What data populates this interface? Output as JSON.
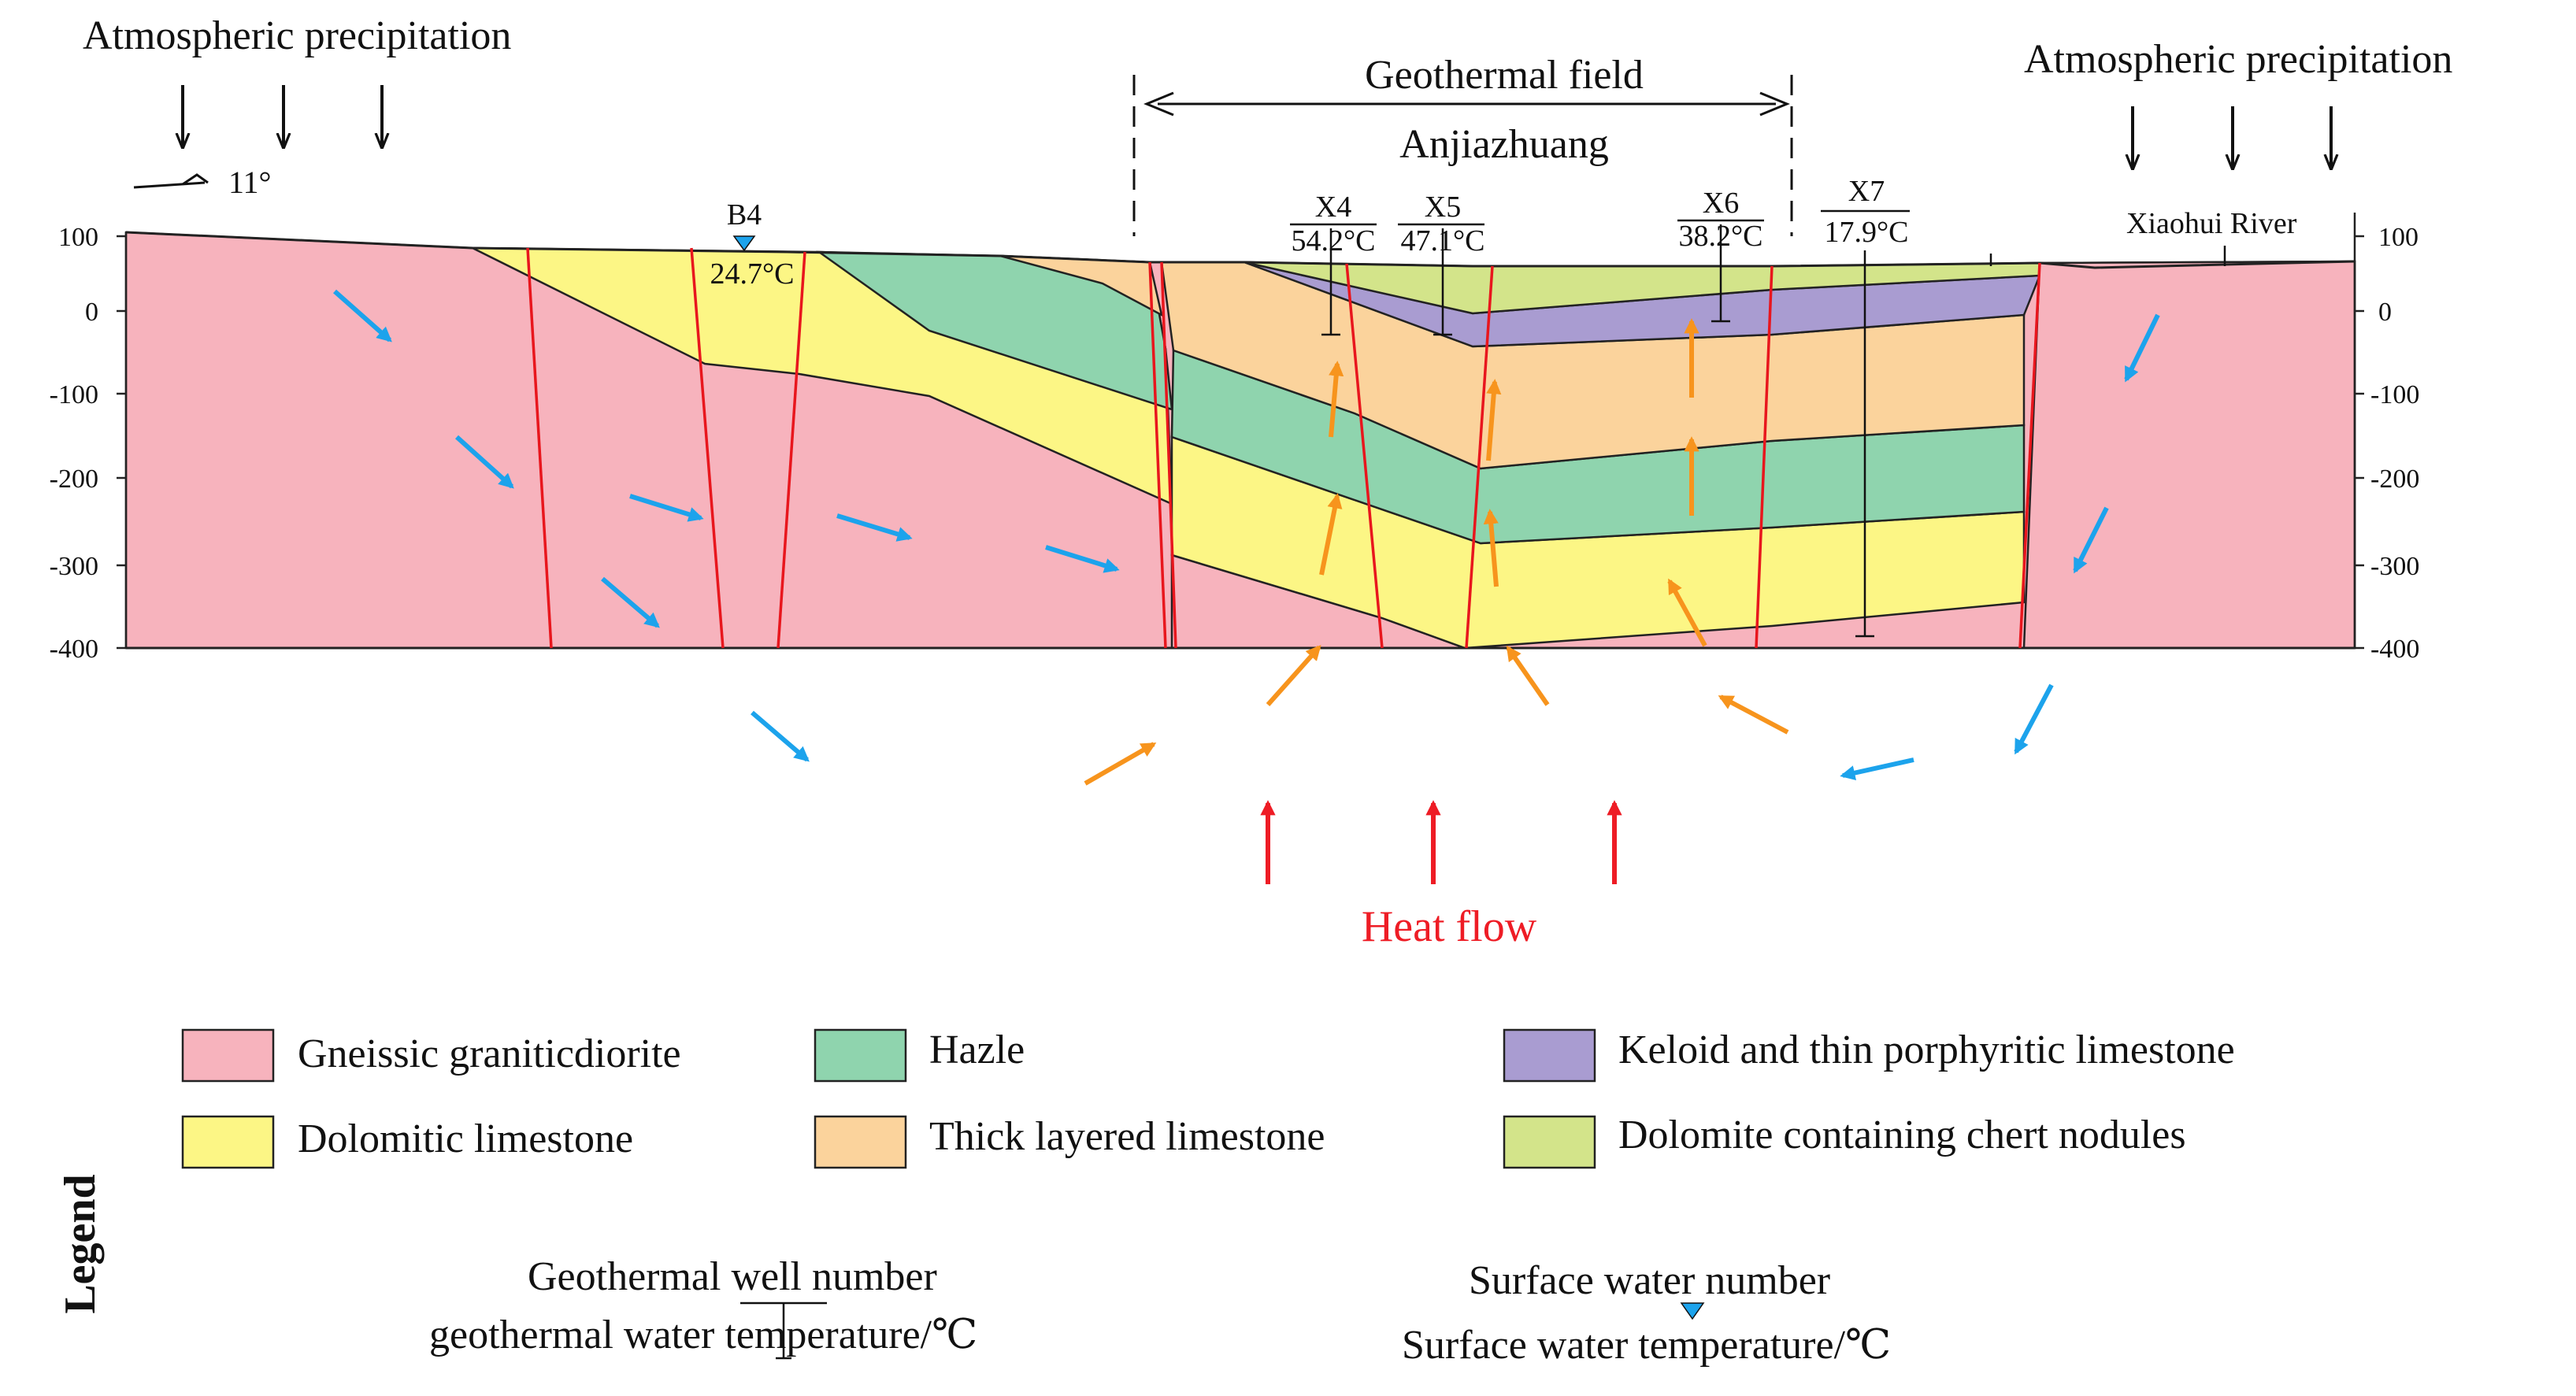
{
  "top": {
    "precip_left": "Atmospheric precipitation",
    "precip_right": "Atmospheric precipitation",
    "field_title": "Geothermal field",
    "field_name": "Anjiazhuang",
    "dip": "11°",
    "river": "Xiaohui River"
  },
  "axis": {
    "ticks": [
      "100",
      "0",
      "-100",
      "-200",
      "-300",
      "-400"
    ]
  },
  "wells": [
    {
      "id": "X4",
      "temp": "54.2°C"
    },
    {
      "id": "X5",
      "temp": "47.1°C"
    },
    {
      "id": "X6",
      "temp": "38.2°C"
    },
    {
      "id": "X7",
      "temp": "17.9°C"
    }
  ],
  "surface_water": {
    "id": "B4",
    "temp": "24.7°C"
  },
  "heat_flow": "Heat flow",
  "legend": {
    "title": "Legend",
    "items": [
      {
        "label": "Gneissic graniticdiorite",
        "color": "#f7b3bd"
      },
      {
        "label": "Hazle",
        "color": "#8fd4ae"
      },
      {
        "label": "Keloid and thin porphyritic limestone",
        "color": "#a99cd1"
      },
      {
        "label": "Dolomitic limestone",
        "color": "#fcf685"
      },
      {
        "label": "Thick layered limestone",
        "color": "#fbd39c"
      },
      {
        "label": "Dolomite containing chert nodules",
        "color": "#d3e48a"
      }
    ],
    "well_line1": "Geothermal well number",
    "well_line2": "geothermal water temperature/℃",
    "sw_line1": "Surface water number",
    "sw_line2": "Surface water temperature/℃"
  },
  "colors": {
    "granodiorite": "#f7b3bd",
    "dolomitic_limestone": "#fcf685",
    "hazle": "#8fd4ae",
    "thick_limestone": "#fbd39c",
    "keloid": "#a99cd1",
    "dolomite_chert": "#d3e48a",
    "fault": "#e8161d",
    "cold_water_arrow": "#1ca3ec",
    "warm_water_arrow": "#f7941d",
    "heat_arrow": "#ee1c25"
  }
}
